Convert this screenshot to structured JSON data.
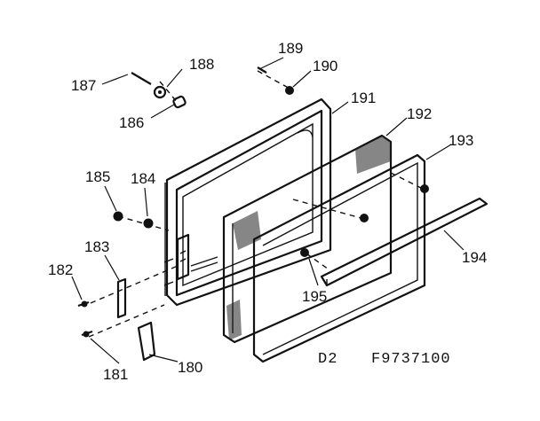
{
  "diagram": {
    "labels": {
      "l180": "180",
      "l181": "181",
      "l182": "182",
      "l183": "183",
      "l184": "184",
      "l185": "185",
      "l186": "186",
      "l187": "187",
      "l188": "188",
      "l189": "189",
      "l190": "190",
      "l191": "191",
      "l192": "192",
      "l193": "193",
      "l194": "194",
      "l195": "195"
    },
    "section_code": "D2",
    "drawing_number": "F9737100"
  }
}
